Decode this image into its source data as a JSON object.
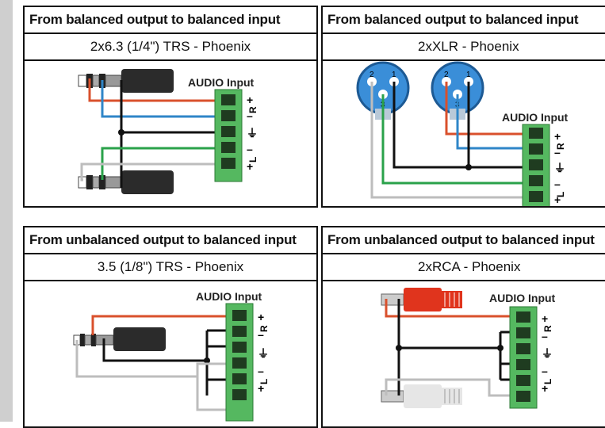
{
  "panels": [
    {
      "title": "From balanced output to balanced input",
      "subtitle": "2x6.3 (1/4\") TRS - Phoenix",
      "connector_label": "AUDIO Input"
    },
    {
      "title": "From balanced output to balanced input",
      "subtitle": "2xXLR - Phoenix",
      "connector_label": "AUDIO Input"
    },
    {
      "title": "From unbalanced output to balanced input",
      "subtitle": "3.5 (1/8\") TRS - Phoenix",
      "connector_label": "AUDIO Input"
    },
    {
      "title": "From unbalanced output to balanced input",
      "subtitle": "2xRCA - Phoenix",
      "connector_label": "AUDIO Input"
    }
  ],
  "pin_marks": {
    "plus": "+",
    "minus": "–",
    "right": "R",
    "left": "L",
    "ground": "⏚"
  },
  "xlr_pins": {
    "pin1": "1",
    "pin2": "2",
    "pin3": "3"
  },
  "colors": {
    "red": "#d9502c",
    "blue": "#2f86c8",
    "green": "#2aa24a",
    "black": "#111111",
    "white_wire": "#bdbdbd",
    "phoenix_green": "#55b860",
    "xlr_blue": "#3a8ed8",
    "rca_red": "#e0341d"
  }
}
